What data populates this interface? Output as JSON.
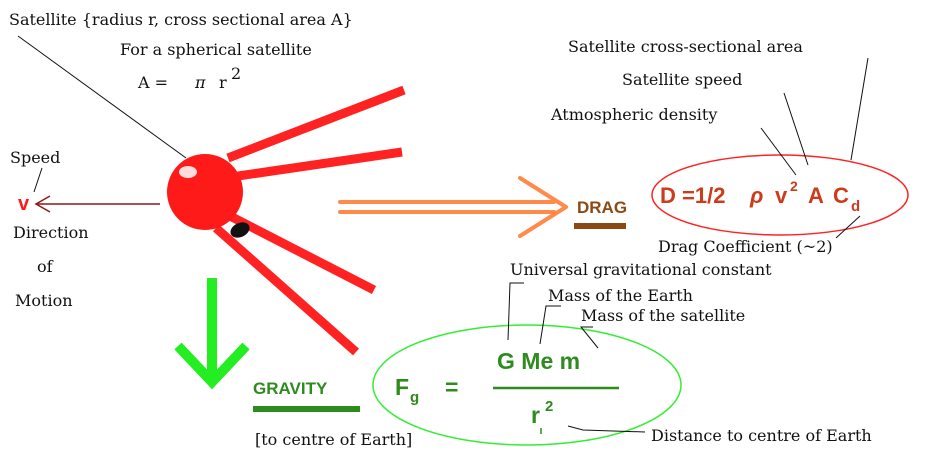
{
  "satellite_label": {
    "line1": "Satellite {radius r, cross sectional area A}",
    "line2": "For a spherical satellite",
    "area_formula_lhs": "A =",
    "area_formula_pi": "π",
    "area_formula_r": "r",
    "area_formula_exp": "2"
  },
  "speed": {
    "label": "Speed",
    "symbol": "v",
    "direction_words": [
      "Direction",
      "of",
      "Motion"
    ]
  },
  "drag": {
    "label": "DRAG",
    "equation": {
      "lhs": "D =1/2",
      "rho": "ρ",
      "v": "v",
      "v_exp": "2",
      "area": "A",
      "cd": "C",
      "cd_sub": "d"
    },
    "annotations": {
      "area": "Satellite cross-sectional area",
      "speed": "Satellite speed",
      "density": "Atmospheric density",
      "coefficient": "Drag Coefficient (~2)"
    }
  },
  "gravity": {
    "label": "GRAVITY",
    "note": "[to centre of Earth]",
    "equation": {
      "lhs": "F",
      "lhs_sub": "g",
      "equals": "=",
      "numerator": "G Me m",
      "denominator": "r",
      "denominator_exp": "2"
    },
    "annotations": {
      "G": "Universal gravitational constant",
      "Me": "Mass of the Earth",
      "m": "Mass of the satellite",
      "r": "Distance to centre of Earth"
    }
  },
  "colors": {
    "satellite_red": "#ff1a1a",
    "antenna_red": "#ff2222",
    "drag_arrow": "#ff8a4a",
    "drag_text": "#8b4a14",
    "gravity_green": "#22ee22",
    "gravity_text": "#2e8b1e",
    "equation_orange": "#cc3b1b",
    "motion_arrow": "#8b1a1a"
  }
}
